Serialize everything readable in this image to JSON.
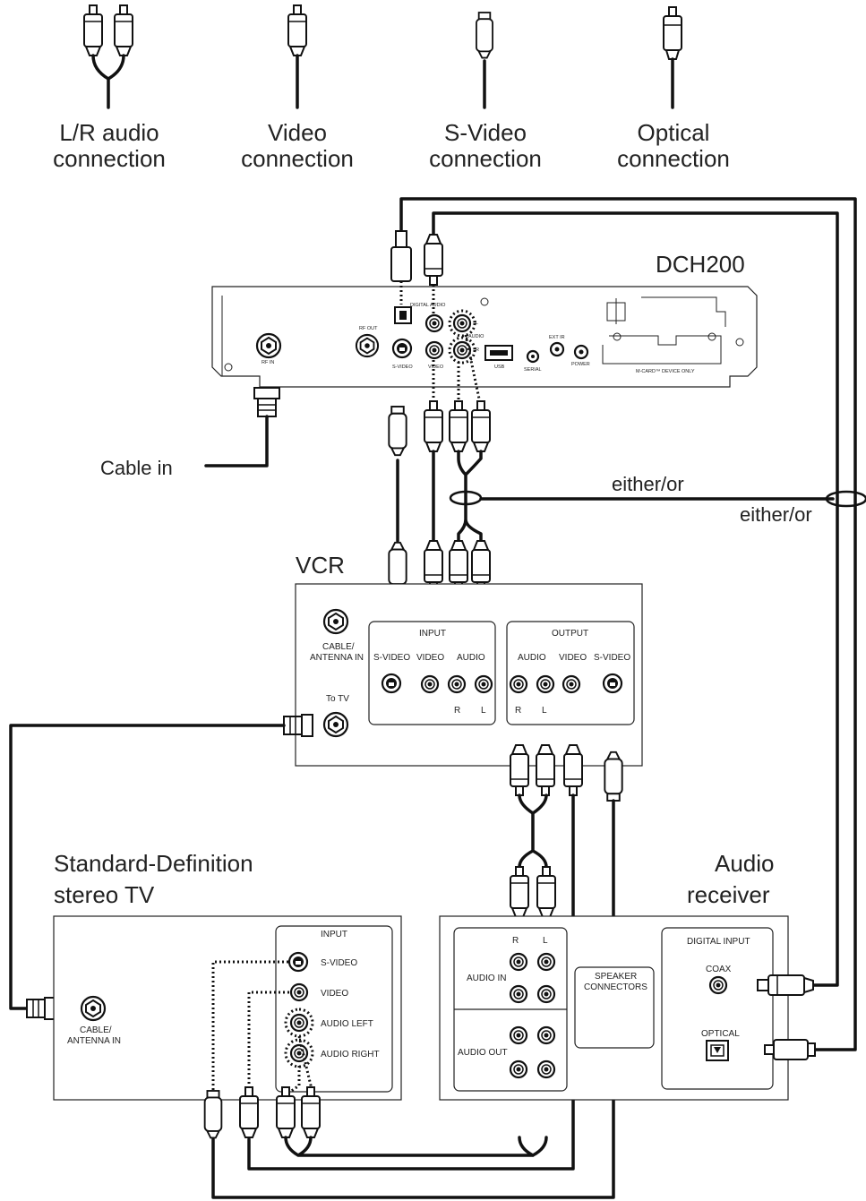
{
  "legend": [
    {
      "line1": "L/R audio",
      "line2": "connection"
    },
    {
      "line1": "Video",
      "line2": "connection"
    },
    {
      "line1": "S-Video",
      "line2": "connection"
    },
    {
      "line1": "Optical",
      "line2": "connection"
    }
  ],
  "dch": {
    "title": "DCH200",
    "rf_in": "RF IN",
    "rf_out": "RF OUT",
    "digital_audio": "DIGITAL AUDIO",
    "audio": "AUDIO",
    "l": "L",
    "r": "R",
    "s_video": "S-VIDEO",
    "video": "VIDEO",
    "usb": "USB",
    "serial": "SERIAL",
    "ext_ir": "EXT IR",
    "power": "POWER",
    "mcard": "M-CARD™ DEVICE ONLY"
  },
  "cable_in": "Cable in",
  "either_or_1": "either/or",
  "either_or_2": "either/or",
  "vcr": {
    "title": "VCR",
    "cable_antenna_1": "CABLE/",
    "cable_antenna_2": "ANTENNA IN",
    "to_tv": "To TV",
    "input": "INPUT",
    "output": "OUTPUT",
    "s_video": "S-VIDEO",
    "video": "VIDEO",
    "audio": "AUDIO",
    "r": "R",
    "l": "L"
  },
  "tv": {
    "title1": "Standard-Definition",
    "title2": "stereo TV",
    "input": "INPUT",
    "s_video": "S-VIDEO",
    "video": "VIDEO",
    "audio_left": "AUDIO LEFT",
    "audio_right": "AUDIO RIGHT",
    "cable_antenna_1": "CABLE/",
    "cable_antenna_2": "ANTENNA IN"
  },
  "receiver": {
    "title1": "Audio",
    "title2": "receiver",
    "r": "R",
    "l": "L",
    "audio_in": "AUDIO IN",
    "audio_out": "AUDIO OUT",
    "speaker_1": "SPEAKER",
    "speaker_2": "CONNECTORS",
    "digital_input": "DIGITAL INPUT",
    "coax": "COAX",
    "optical": "OPTICAL"
  }
}
